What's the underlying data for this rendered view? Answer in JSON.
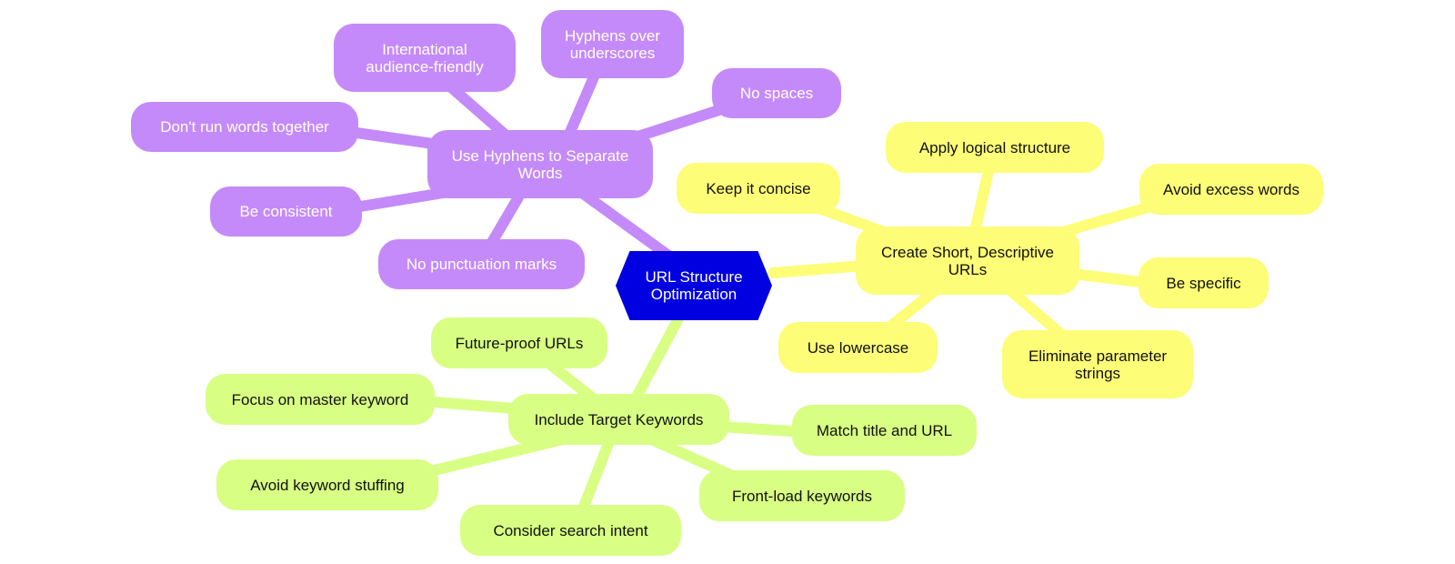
{
  "colors": {
    "root": "#0000e0",
    "purple": "#c48af9",
    "yellow": "#fdfd77",
    "green": "#d8fe84"
  },
  "root": {
    "label": "URL Structure\nOptimization"
  },
  "branches": [
    {
      "key": "hyphens",
      "label": "Use Hyphens to Separate\nWords",
      "color": "purple",
      "children": [
        "International\naudience-friendly",
        "Hyphens over\nunderscores",
        "No spaces",
        "Don't run words together",
        "Be consistent",
        "No punctuation marks"
      ]
    },
    {
      "key": "short",
      "label": "Create Short, Descriptive\nURLs",
      "color": "yellow",
      "children": [
        "Apply logical structure",
        "Keep it concise",
        "Avoid excess words",
        "Be specific",
        "Use lowercase",
        "Eliminate parameter\nstrings"
      ]
    },
    {
      "key": "keywords",
      "label": "Include Target Keywords",
      "color": "green",
      "children": [
        "Future-proof URLs",
        "Focus on master keyword",
        "Match title and URL",
        "Avoid keyword stuffing",
        "Front-load keywords",
        "Consider search intent"
      ]
    }
  ]
}
